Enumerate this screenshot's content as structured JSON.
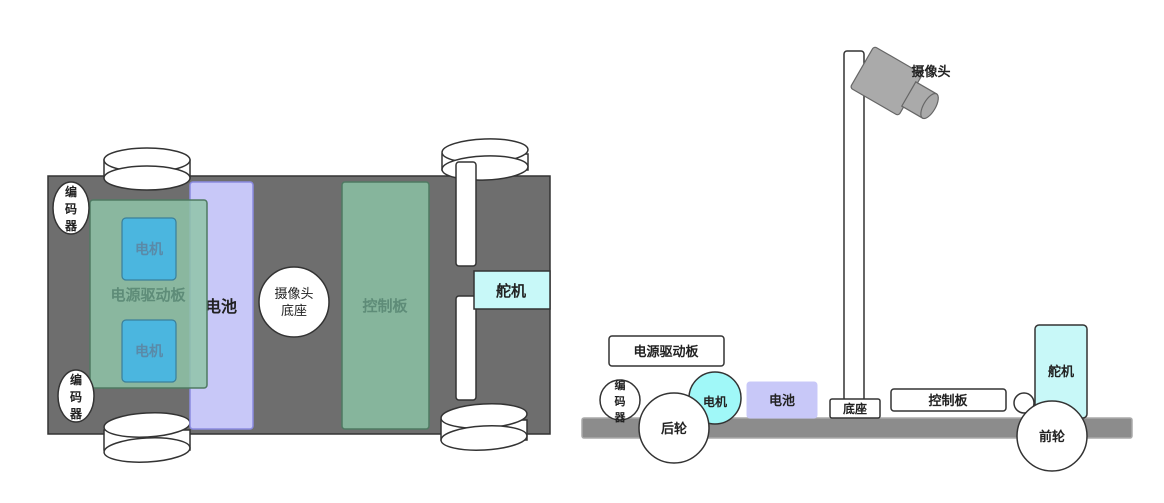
{
  "top_view": {
    "encoder_top": [
      "编",
      "码",
      "器"
    ],
    "encoder_bottom": [
      "编",
      "码",
      "器"
    ],
    "power_driver": "电源驱动板",
    "motor_top": "电机",
    "motor_bottom": "电机",
    "battery": "电池",
    "camera_base": [
      "摄像头",
      "底座"
    ],
    "control_board": "控制板",
    "servo": "舵机"
  },
  "side_view": {
    "camera": "摄像头",
    "power_driver": "电源驱动板",
    "encoder": [
      "编",
      "码",
      "器"
    ],
    "motor": "电机",
    "battery": "电池",
    "base": "底座",
    "control_board": "控制板",
    "servo": "舵机",
    "rear_wheel": "后轮",
    "front_wheel": "前轮"
  },
  "colors": {
    "chassis": "#6e6e6e",
    "power_board": "#8fc4a8",
    "motor": "#4bb6df",
    "battery": "#c8c8f8",
    "battery_border": "#8a8ae0",
    "control_board": "#86b59c",
    "servo": "#c8f8f8",
    "motor_side": "#a0f8f8",
    "camera": "#aaaaaa",
    "side_chassis": "#8c8c8c"
  }
}
